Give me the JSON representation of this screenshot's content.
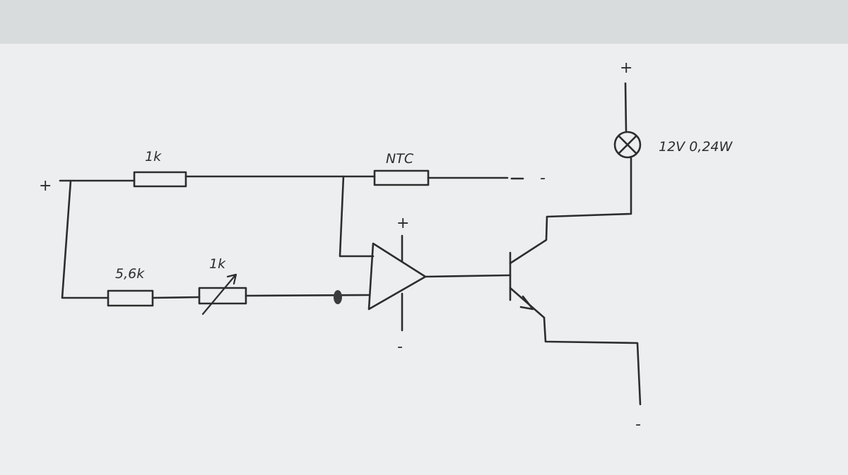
{
  "diagram": {
    "labels": {
      "r1": "1k",
      "ntc": "NTC",
      "r2": "5,6k",
      "pot": "1k",
      "lamp": "12V 0,24W"
    },
    "terminals": {
      "input_plus": "+",
      "ntc_minus": "-",
      "opamp_plus_rail": "+",
      "opamp_minus_rail": "-",
      "lamp_plus": "+",
      "emitter_minus": "-"
    },
    "colors": {
      "paper": "#e6e9ea",
      "ink": "#2b2d2e"
    }
  }
}
